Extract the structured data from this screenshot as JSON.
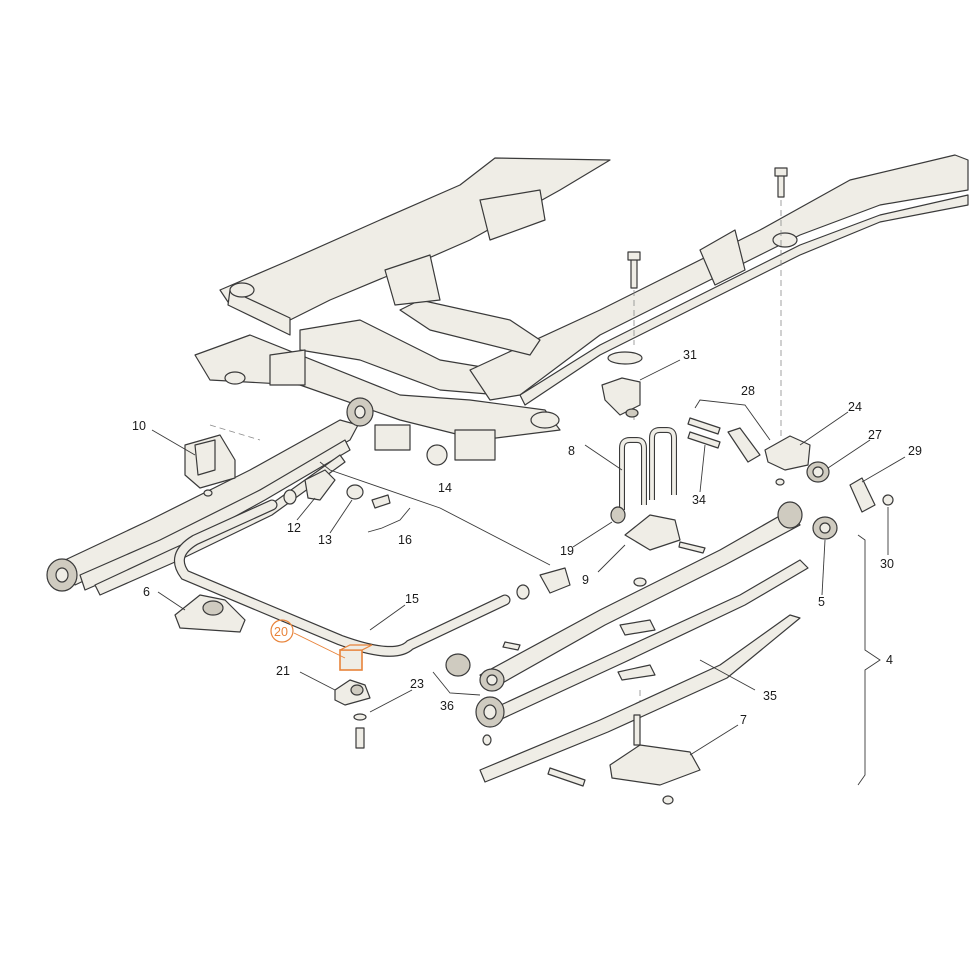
{
  "diagram": {
    "callouts": [
      {
        "id": "c4",
        "label": "4"
      },
      {
        "id": "c5",
        "label": "5"
      },
      {
        "id": "c6",
        "label": "6"
      },
      {
        "id": "c7",
        "label": "7"
      },
      {
        "id": "c8",
        "label": "8"
      },
      {
        "id": "c9",
        "label": "9"
      },
      {
        "id": "c10",
        "label": "10"
      },
      {
        "id": "c12",
        "label": "12"
      },
      {
        "id": "c13",
        "label": "13"
      },
      {
        "id": "c14",
        "label": "14"
      },
      {
        "id": "c15",
        "label": "15"
      },
      {
        "id": "c16",
        "label": "16"
      },
      {
        "id": "c19",
        "label": "19"
      },
      {
        "id": "c20",
        "label": "20"
      },
      {
        "id": "c21",
        "label": "21"
      },
      {
        "id": "c23",
        "label": "23"
      },
      {
        "id": "c24",
        "label": "24"
      },
      {
        "id": "c27",
        "label": "27"
      },
      {
        "id": "c28",
        "label": "28"
      },
      {
        "id": "c29",
        "label": "29"
      },
      {
        "id": "c30",
        "label": "30"
      },
      {
        "id": "c31",
        "label": "31"
      },
      {
        "id": "c34",
        "label": "34"
      },
      {
        "id": "c35",
        "label": "35"
      },
      {
        "id": "c36",
        "label": "36"
      }
    ],
    "highlight_color": "#e8833a",
    "line_color": "#3a3a3a",
    "part_fill": "#efede6"
  }
}
